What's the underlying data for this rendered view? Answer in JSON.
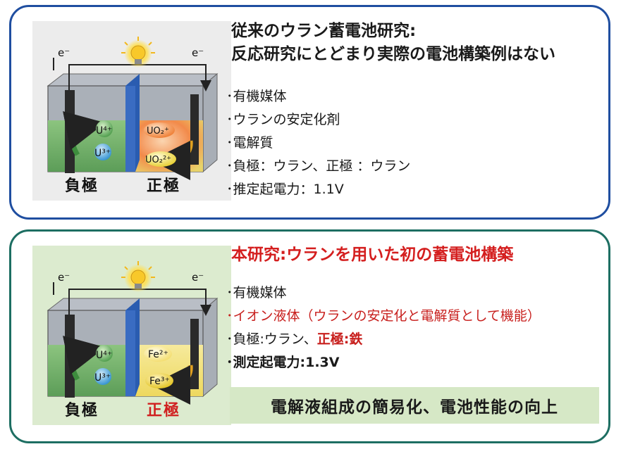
{
  "top_panel": {
    "title_line1": "従来のウラン蓄電池研究:",
    "title_line2": "反応研究にとどまり実際の電池構築例はない",
    "bullets": [
      "･有機媒体",
      "･ウランの安定化剤",
      "･電解質",
      "･負極：ウラン、正極 ：ウラン",
      "･推定起電力：1.1V"
    ],
    "diagram": {
      "electron_left": "e⁻",
      "electron_right": "e⁻",
      "ion_top_left": "U⁴⁺",
      "ion_bottom_left": "U³⁺",
      "ion_top_right": "UO₂⁺",
      "ion_bottom_right": "UO₂²⁺",
      "neg_label": "負極",
      "pos_label": "正極"
    }
  },
  "bottom_panel": {
    "title": "本研究:ウランを用いた初の蓄電池構築",
    "bullets": {
      "b1": "･有機媒体",
      "b2": "･イオン液体（ウランの安定化と電解質として機能）",
      "b3_prefix": "･負極:ウラン、",
      "b3_red": "正極:鉄",
      "b4": "･測定起電力:1.3V"
    },
    "banner": "電解液組成の簡易化、電池性能の向上",
    "diagram": {
      "electron_left": "e⁻",
      "electron_right": "e⁻",
      "ion_top_left": "U⁴⁺",
      "ion_bottom_left": "U³⁺",
      "ion_top_right": "Fe²⁺",
      "ion_bottom_right": "Fe³⁺",
      "neg_label": "負極",
      "pos_label": "正極"
    }
  },
  "colors": {
    "top_border": "#1f4ea0",
    "bottom_border": "#1d6e62",
    "highlight_red": "#d01f1f",
    "banner_bg": "#d6e8c6",
    "illus_bg_bottom": "#dcebcf",
    "separator_blue": "#2a5cb0",
    "negative_electrolyte": "#6fb06a",
    "uranium_positive_electrolyte": "#f08a4a",
    "iron_positive_electrolyte": "#f2e07a"
  },
  "icons": [
    "light-bulb-icon",
    "electron-flow-arrow-icon",
    "redox-cycle-arrow-icon",
    "electrode-icon"
  ]
}
